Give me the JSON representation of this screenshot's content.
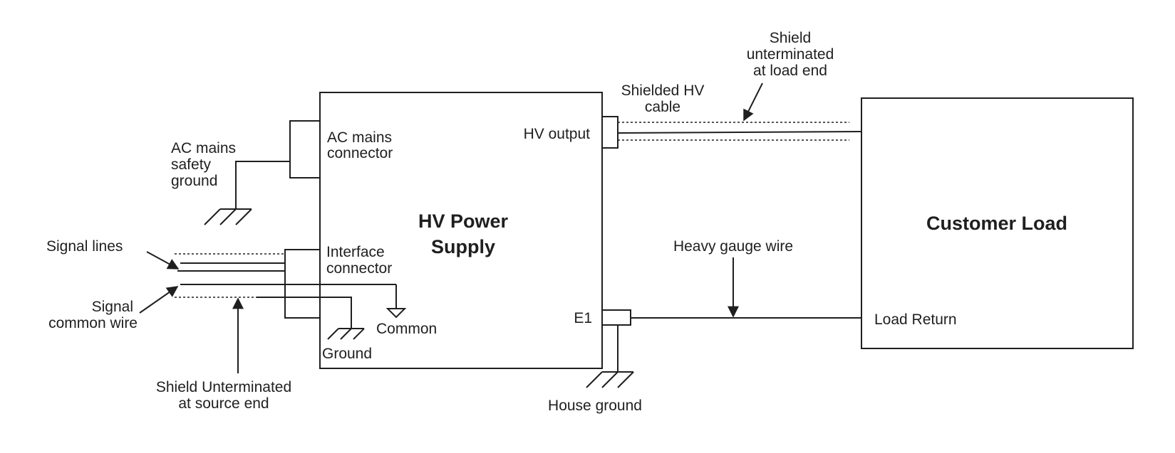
{
  "diagram": {
    "title": "HV power supply grounding and shielding diagram",
    "blocks": {
      "power_supply": {
        "line1": "HV Power",
        "line2": "Supply"
      },
      "customer_load": {
        "label": "Customer Load"
      }
    },
    "labels": {
      "ac_mains_safety_ground": [
        "AC mains",
        "safety",
        "ground"
      ],
      "ac_mains_connector": [
        "AC mains",
        "connector"
      ],
      "signal_lines": "Signal lines",
      "signal_common_wire": [
        "Signal",
        "common wire"
      ],
      "interface_connector": [
        "Interface",
        "connector"
      ],
      "common": "Common",
      "ground": "Ground",
      "shield_unterminated_source": [
        "Shield Unterminated",
        "at source end"
      ],
      "hv_output": "HV output",
      "shielded_hv_cable": [
        "Shielded HV",
        "cable"
      ],
      "shield_unterminated_load": [
        "Shield",
        "unterminated",
        "at load end"
      ],
      "heavy_gauge_wire": "Heavy gauge wire",
      "e1": "E1",
      "house_ground": "House ground",
      "load_return": "Load Return"
    }
  }
}
